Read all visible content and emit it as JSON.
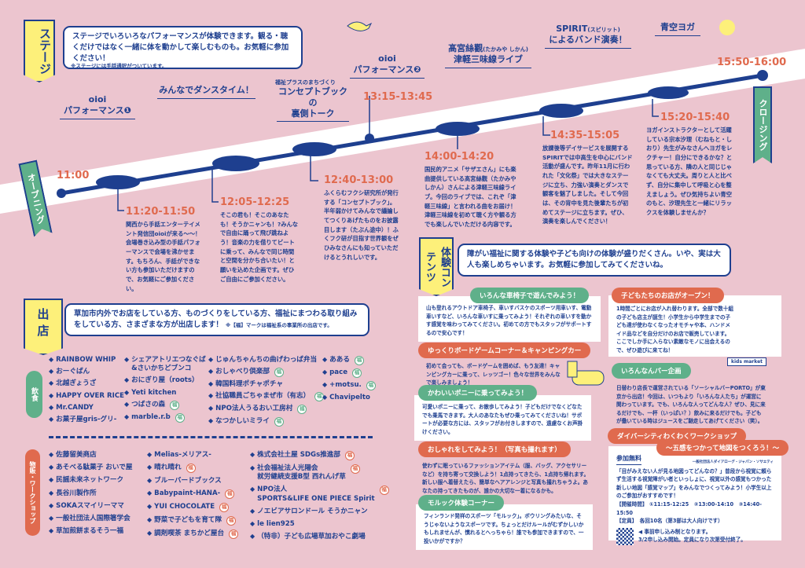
{
  "stage": {
    "flag": "ステージ",
    "desc": "ステージでいろいろなパフォーマンスが体験できます。観る・聴くだけではなく一緒に体を動かして楽しむものも。お気軽に参加ください！",
    "note": "※ステージには手話通訳がついています。"
  },
  "opening": {
    "label": "オープニング",
    "time": "11:00"
  },
  "closing": {
    "label": "クロージング",
    "time": "15:50-16:00"
  },
  "events": [
    {
      "title": "oioi\nパフォーマンス❶",
      "time": "11:20-11:50",
      "text": "関西から手話エンターテイメント発信団oioiが来る～～！会場巻き込み型の手話パフォーマンスで会場を沸かせます。もちろん、手話ができない方も参加いただけますので、お気軽にご参加ください。"
    },
    {
      "title": "みんなでダンスタイム！",
      "time": "12:05-12:25",
      "text": "そこの君も！そこのあなたも！そうかニャンも！?みんなで自由に踊って飛び跳ねよう！音楽の力を借りてビートに乗って、みんなで同じ時間と空間を分かち合いたい！と願いを込めた企画です。ぜひご自由にご参加ください。"
    },
    {
      "subtitle": "福祉プラスのまちづくり",
      "title": "コンセプトブックの\n裏側トーク",
      "time": "12:40-13:00",
      "text": "ふくらむフクシ研究所が発行する「コンセプトブック」。半年弱かけてみんなで議論してつくりあげたものをお披露目します（たぶん途中）！ふくフク研が目指す世界観をぜひみなさんにも知っていただけるとうれしいです。"
    },
    {
      "title": "oioi\nパフォーマンス❷",
      "time": "13:15-13:45"
    },
    {
      "title": "髙宮絲觀",
      "ruby": "(たかみや しかん)",
      "title2": "津軽三味線ライブ",
      "time": "14:00-14:20",
      "text": "国民的アニメ「サザエさん」にも楽曲提供している髙宮絲觀（たかみやしかん）さんによる津軽三味線ライブ。今回のライブでは、これぞ「津軽三味線」と言われる曲をお届け！津軽三味線を初めて聴く方や観る方でも楽しんでいただける内容です。"
    },
    {
      "title": "SPIRIT",
      "ruby": "(スピリット)",
      "title2": "によるバンド演奏！",
      "time": "14:35-15:05",
      "text": "放課後等デイサービスを展開するSPIRITでは中高生を中心にバンド活動が盛んです。昨年11月に行われた「文化祭」では大きなステージに立ち、力強い演奏とダンスで観客を魅了しました。そして今回は、その背中を見た後輩たちが初めてステージに立ちます。ぜひ、演奏を楽しんでください！"
    },
    {
      "title": "青空ヨガ",
      "time": "15:20-15:40",
      "text": "ヨガインストラクターとして活躍している宗本汐理（むねもと・しおり）先生がみなさんへヨガをレクチャー！自分にできるかな？と思っている方、隣の人と同じじゃなくても大丈夫。周りと人と比べず、自分に集中して呼吸と心を整えましょう。ぜひ気持ちよい青空のもと、汐理先生と一緒にリラックスを体験しませんか？"
    }
  ],
  "shops": {
    "flag": "出店",
    "desc": "草加市内外でお店をしている方、ものづくりをしている方、福祉にまつわる取り組みをしている方、さまざまな方が出店します！",
    "note": "※【福】マークは福祉系の事業所の出店です。",
    "fuku": "福",
    "food_label": "飲食",
    "food": [
      [
        {
          "n": "RAINBOW WHIP"
        },
        {
          "n": "おーぐぱん"
        },
        {
          "n": "北越ぎょうざ"
        },
        {
          "n": "HAPPY OVER RICE"
        },
        {
          "n": "Mr.CANDY"
        },
        {
          "n": "お菓子屋gris-グリ-"
        }
      ],
      [
        {
          "n": "シェアアトリエつなぐば\n&さいかちどブンコ"
        },
        {
          "n": "おにぎり屋（roots）"
        },
        {
          "n": "Yeti kitchen"
        },
        {
          "n": "つばさの森",
          "f": true
        },
        {
          "n": "marble.r.b",
          "f": true
        }
      ],
      [
        {
          "n": "じゅんちゃんちの曲げわっぱ弁当"
        },
        {
          "n": "おしゃべり倶楽部",
          "f": true
        },
        {
          "n": "韓国料理ポチャポチャ"
        },
        {
          "n": "社協職員ごちゃまぜ市（有志）",
          "f": true
        },
        {
          "n": "NPO法人うるおい工房村",
          "f": true
        },
        {
          "n": "なつかしいミライ",
          "f": true
        }
      ],
      [
        {
          "n": "あある",
          "f": true
        },
        {
          "n": "pace",
          "f": true
        },
        {
          "n": "+motsu.",
          "f": true
        },
        {
          "n": "Chavipelto"
        }
      ]
    ],
    "goods_label": "物販・ワークショップ",
    "goods": [
      [
        {
          "n": "佐藤留美商店"
        },
        {
          "n": "あそべる駄菓子 おいで屋"
        },
        {
          "n": "民謡未来ネットワーク"
        },
        {
          "n": "長谷川製作所"
        },
        {
          "n": "SOKAスマイリーママ"
        },
        {
          "n": "一般社団法人国際箸学会"
        },
        {
          "n": "草加煎餅まるそう一福"
        }
      ],
      [
        {
          "n": "Melias-メリアス-"
        },
        {
          "n": "晴れ晴れ",
          "f": true
        },
        {
          "n": "ブルーバードブックス"
        },
        {
          "n": "Babypaint-HANA-",
          "f": true
        },
        {
          "n": "YUI CHOCOLATE",
          "f": true
        },
        {
          "n": "野菜で子どもを育て隊",
          "f": true
        },
        {
          "n": "調剤喫茶 まちかど屋台",
          "f": true
        }
      ],
      [
        {
          "n": "株式会社土屋 SDGs推進部",
          "f": true
        },
        {
          "n": "社会福祉法人光陽会\n就労継続支援B型 西れんげ草",
          "f": true
        },
        {
          "n": "NPO法人\nSPORTS&LIFE ONE PIECE  Spirit",
          "f": true
        },
        {
          "n": "ノエビアサロンドール そうかニャン"
        },
        {
          "n": "le lien925"
        },
        {
          "n": "（特非）子ども広場草加おやこ劇場"
        }
      ]
    ]
  },
  "experience": {
    "flag": "体験コンテンツ",
    "desc": "障がい福祉に関する体験や子ども向けの体験が盛りだくさん。いや、実は大人も楽しめちゃいます。お気軽に参加してみてくださいね。",
    "items": [
      {
        "title": "いろんな車椅子で遊んでみよう！",
        "text": "山も登れるアウトドア車椅子、車いすバスケのスポーツ用車いす、電動車いすなど、いろんな車いすに乗ってみよう！それぞれの車いすを動かす感覚を味わってみてください。初めての方でもスタッフがサポートするので安心です！"
      },
      {
        "title": "ゆっくりボードゲームコーナー＆キャンピングカー",
        "text": "初めて会っても、ボードゲームを囲めば、もう友達！キャンピングカーに乗って、レッツゴー！色々な世界をみんなで楽しみましょう！"
      },
      {
        "title": "かわいいポニーに乗ってみよう！",
        "text": "可愛いポニーに乗って、お散歩してみよう！子どもだけでなくどなたでも乗馬できます。大人のあなたもぜひ乗ってみてくださいね！サポートが必要な方には、スタッフがお付きしますので、遠慮なくお声掛けください。"
      },
      {
        "title": "おしゃれをしてみよう！（写真も撮れます）",
        "text": "使わずに眠っているファッションアイテム（服、バッグ、アクセサリーなど）を持ち寄って交換しよう！1点持ってきたら、1点持ち帰れます。新しい服へ着替えたら、簡単なヘアアレンジと写真も撮れちゃうよ。あなたの持ってきたものが、誰かの大切な一着になるかも。"
      },
      {
        "title": "モルック体験コーナー",
        "text": "フィンランド発祥のスポーツ「モルック」。ボウリングみたいな、そうじゃないようなスポーツです。ちょっとだけルールがむずかしいかもしれませんが、慣れるとへっちゃら！誰でも参加できますので、一投いかがですか？"
      },
      {
        "title": "子どもたちのお店がオープン！",
        "text": "1時間ごとにお店が入れ替わります。全部で数十組の子ども店主が誕生！小学生から中学生までの子ども達が使わなくなったオモチャや本、ハンドメイド品などを自分だけのお店で販売しています。ここでしか手に入らない素敵なモノに出会えるので、ぜひ遊びに来てね！",
        "sign": "kids market"
      },
      {
        "title": "いろんなんバー企画",
        "text": "日替わり店長で運営されている「ソーシャルバーPORTO」が東京から出店！今回は、いつもより「いろんな人たち」が運営に関わっています。でも、いろんな人ってどんな人？ぜひ、見に来るだけでも、一杯（いっぱい？）飲みに来るだけでも。子どもが働いている時はジュースをご馳走してあげてください（笑）。"
      }
    ],
    "workshop": {
      "title1": "ダイバーシティわくわくワークショップ",
      "title2": "～五感をつかって地図をつくろう！～",
      "free": "参加無料",
      "org": "一般社団法人ダイアローグ・ジャパン・ソサエティ",
      "text": "「目がみえない人が見る地図ってどんなの？」普段から視覚に頼らず生活する視覚障がい者といっしょに、視覚以外の感覚もつかった新しい地図「感覚マップ」をみんなでつくってみよう！小学生以上のご参加がおすすめです！",
      "time_label": "【開催時間】",
      "times": "①11:15-12:25　②13:00-14:10　③14:40-15:50",
      "cap_label": "【定員】",
      "cap": "各回10名（第3部は大人向けです）",
      "reg1": "事前申し込み制となります。",
      "reg2": "3/2申し込み開始。定員になり次第受付終了。"
    }
  },
  "colors": {
    "bg": "#ecc5cf",
    "navy": "#1e3f8f",
    "red": "#e06a4e",
    "green": "#5fb08a",
    "yellow": "#fdf07a"
  }
}
